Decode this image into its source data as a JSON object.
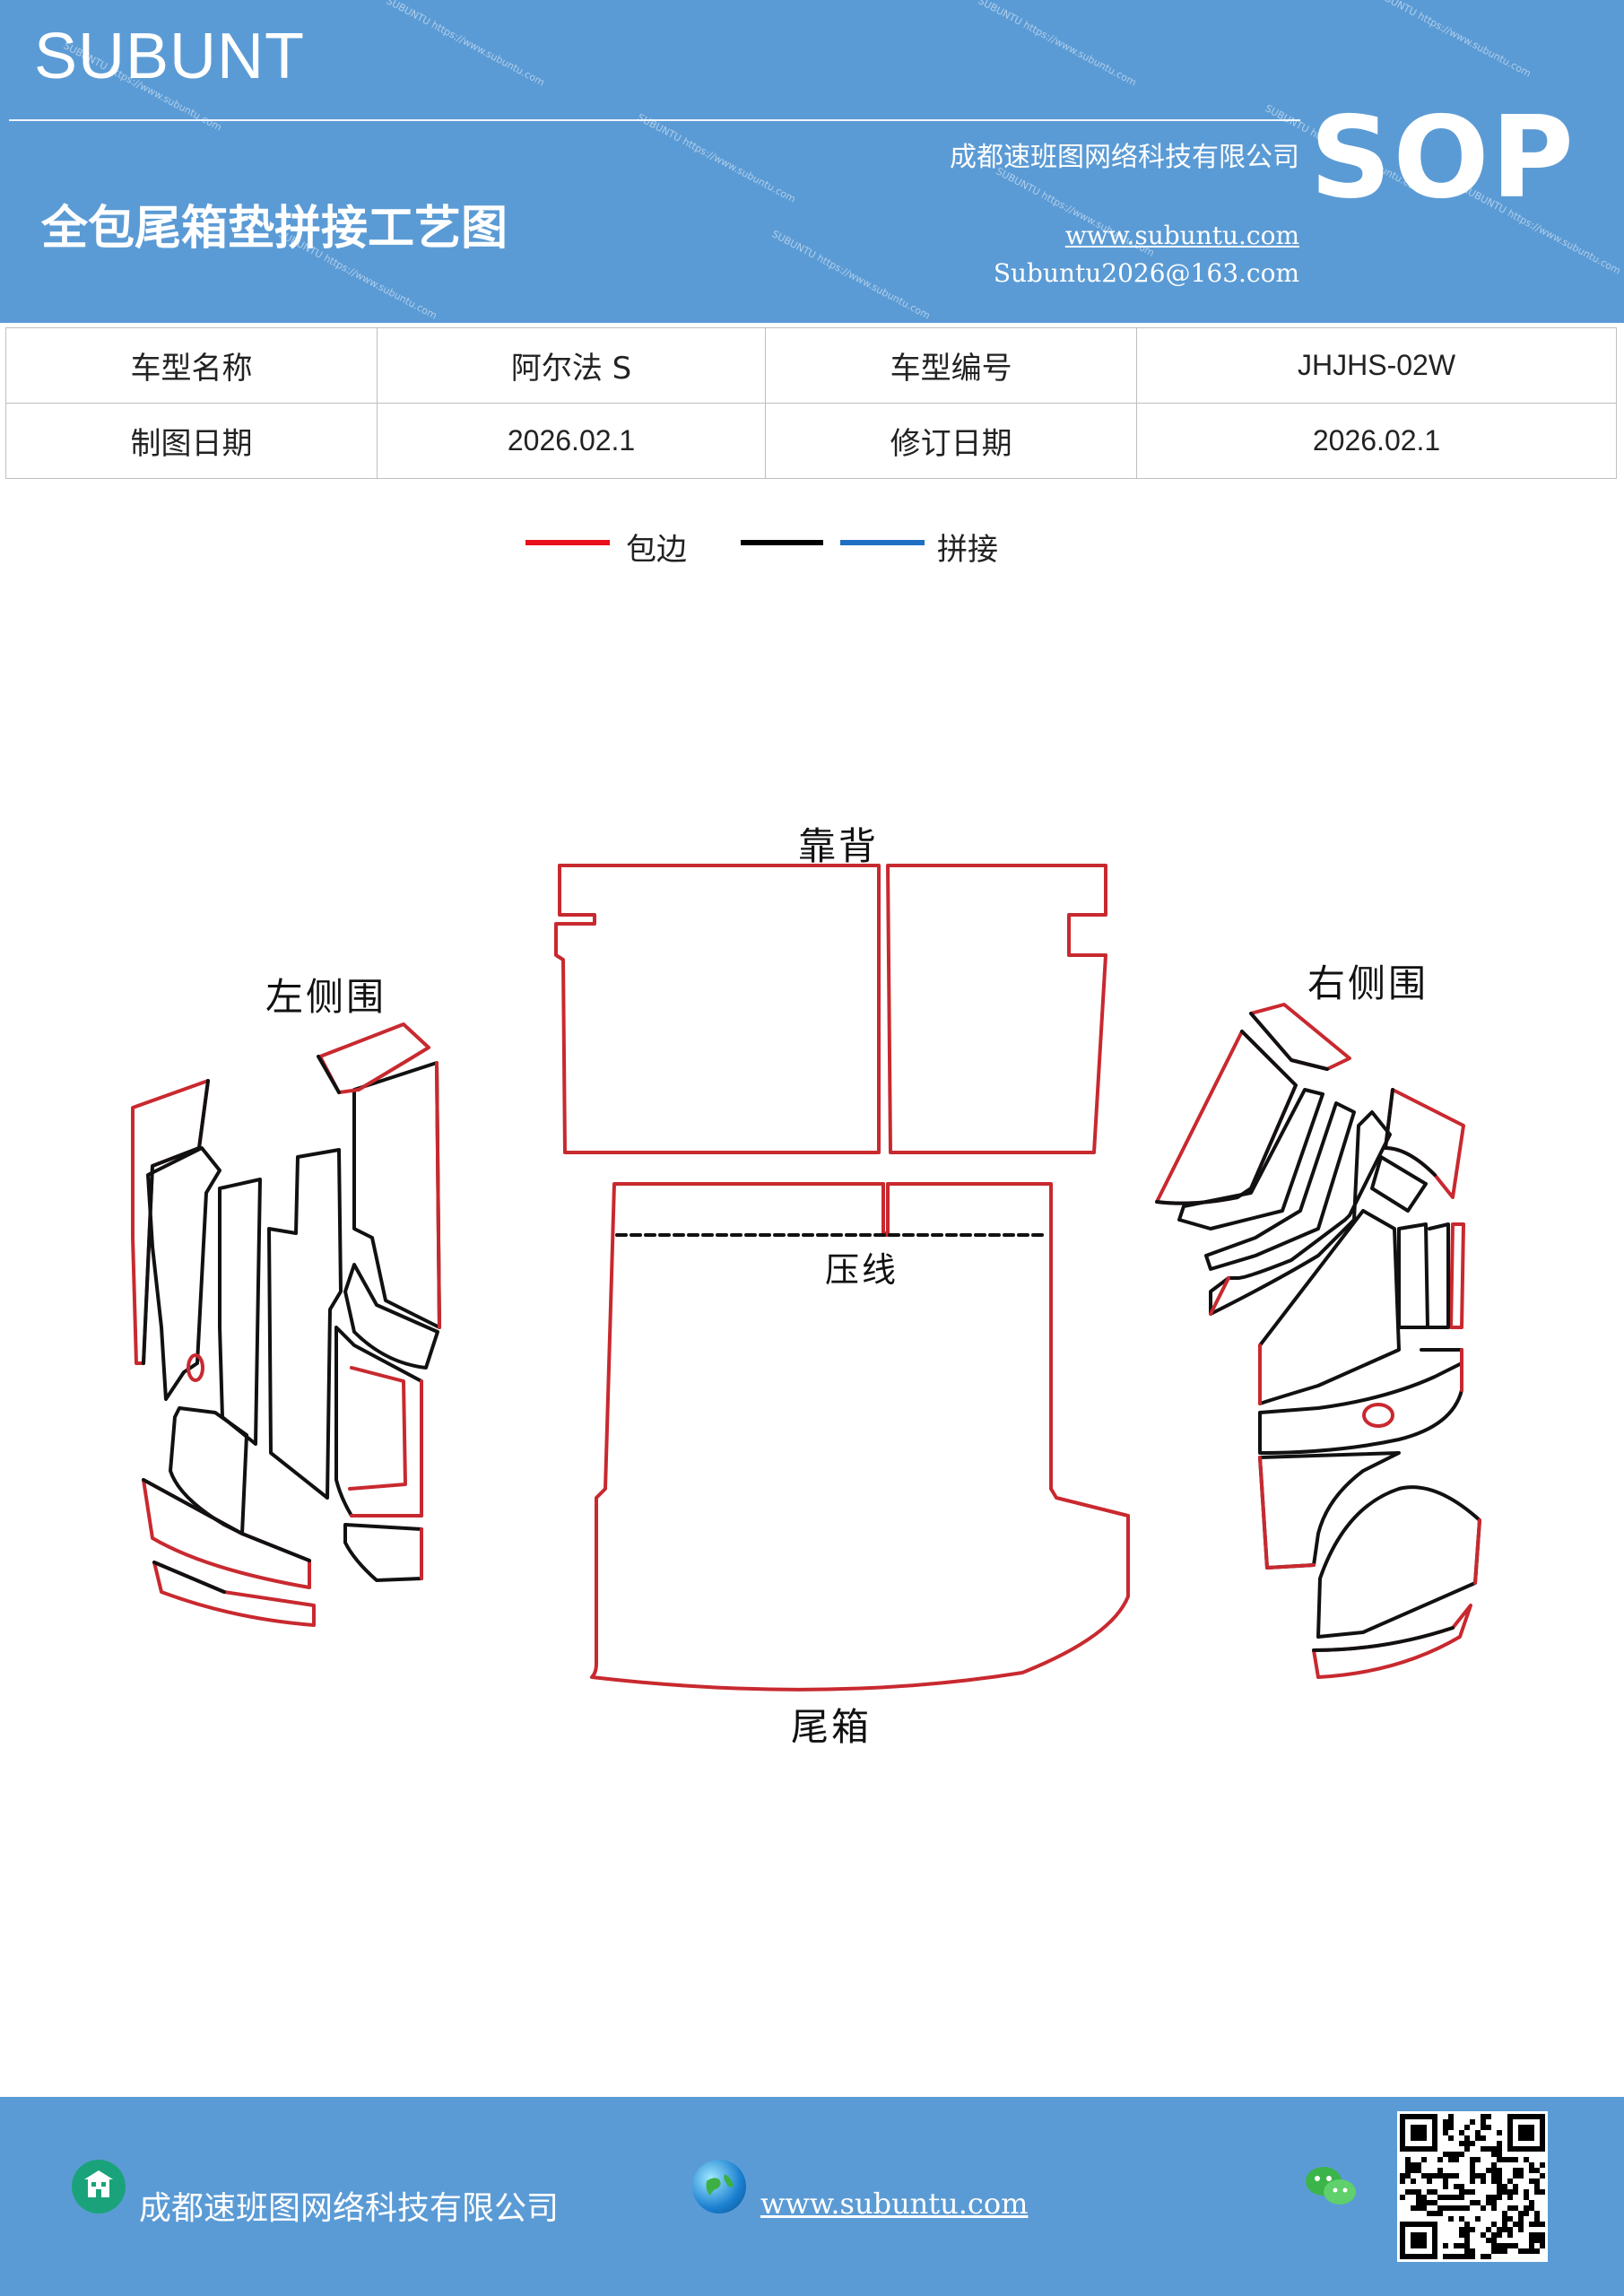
{
  "header": {
    "brand": "SUBUNT",
    "company": "成都速班图网络科技有限公司",
    "title": "全包尾箱垫拼接工艺图",
    "website": "www.subuntu.com",
    "email": "Subuntu2026@163.com",
    "badge": "SOP",
    "watermark_text": "SUBUNTU https://www.subuntu.com"
  },
  "info_table": {
    "rows": [
      [
        "车型名称",
        "阿尔法 S",
        "车型编号",
        "JHJHS-02W"
      ],
      [
        "制图日期",
        "2026.02.1",
        "修订日期",
        "2026.02.1"
      ]
    ]
  },
  "legend": {
    "items": [
      {
        "label": "包边",
        "color": "#e8101b"
      },
      {
        "label": "",
        "color": "#000000"
      },
      {
        "label": "拼接",
        "color": "#1f6fc4"
      }
    ]
  },
  "diagram": {
    "labels": {
      "backrest": "靠背",
      "left_side": "左侧围",
      "right_side": "右侧围",
      "press_line": "压线",
      "trunk": "尾箱"
    },
    "colors": {
      "edge": "#c8292f",
      "seam": "#111111"
    }
  },
  "footer": {
    "company": "成都速班图网络科技有限公司",
    "website": "www.subuntu.com",
    "icons": [
      "building-icon",
      "globe-icon",
      "wechat-icon",
      "qr-code"
    ]
  }
}
